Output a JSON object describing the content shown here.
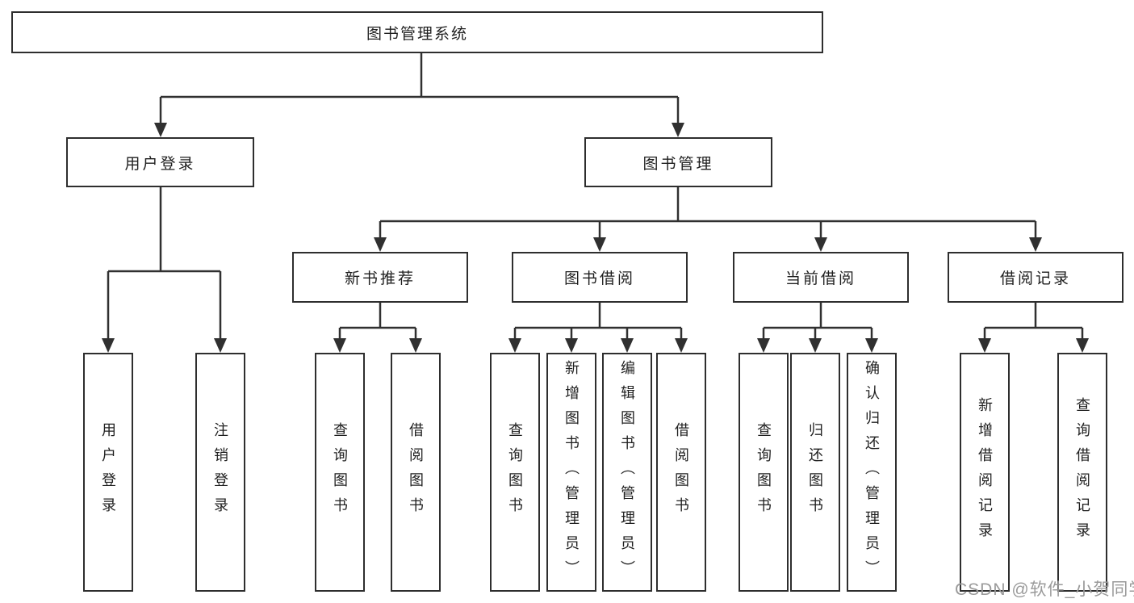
{
  "tree": {
    "label": "图书管理系统",
    "children": [
      {
        "label": "用户登录",
        "children": [
          {
            "label": "用户登录"
          },
          {
            "label": "注销登录"
          }
        ]
      },
      {
        "label": "图书管理",
        "children": [
          {
            "label": "新书推荐",
            "children": [
              {
                "label": "查询图书"
              },
              {
                "label": "借阅图书"
              }
            ]
          },
          {
            "label": "图书借阅",
            "children": [
              {
                "label": "查询图书"
              },
              {
                "label": "新增图书（管理员）"
              },
              {
                "label": "编辑图书（管理员）"
              },
              {
                "label": "借阅图书"
              }
            ]
          },
          {
            "label": "当前借阅",
            "children": [
              {
                "label": "查询图书"
              },
              {
                "label": "归还图书"
              },
              {
                "label": "确认归还（管理员）"
              }
            ]
          },
          {
            "label": "借阅记录",
            "children": [
              {
                "label": "新增借阅记录"
              },
              {
                "label": "查询借阅记录"
              }
            ]
          }
        ]
      }
    ]
  },
  "watermark": {
    "text": "CSDN @软件_小贺同学"
  },
  "colors": {
    "line": "#303030",
    "box_border": "#2e2e2e",
    "text": "#1f1f1f",
    "watermark": "#9a9a9a",
    "background": "#ffffff"
  }
}
